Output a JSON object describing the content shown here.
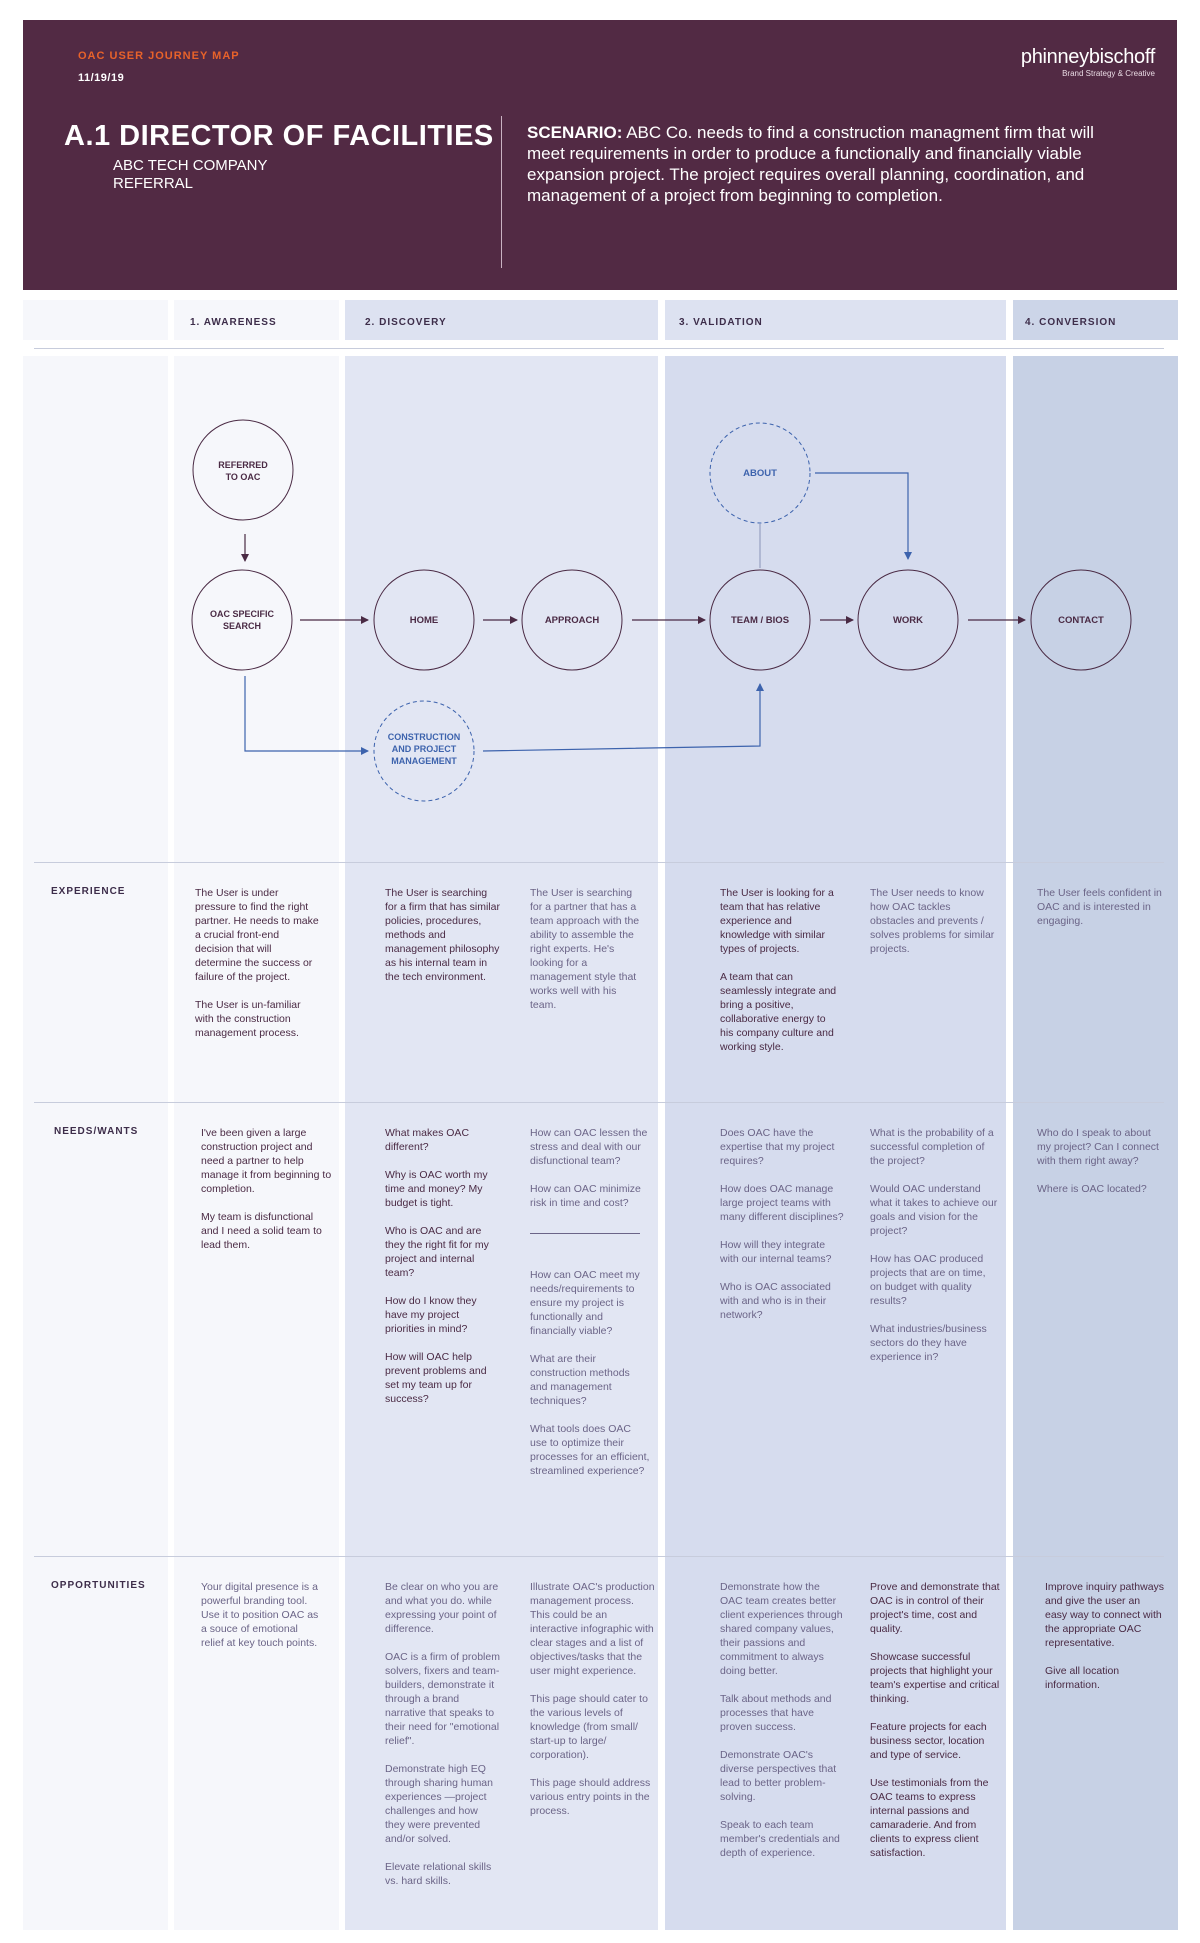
{
  "header": {
    "doc_label": "OAC USER JOURNEY MAP",
    "date": "11/19/19",
    "brand": "phinneybischoff",
    "brand_tagline": "Brand Strategy & Creative",
    "persona_title": "A.1 DIRECTOR OF FACILITIES",
    "persona_company": "ABC TECH COMPANY",
    "persona_source": "REFERRAL",
    "scenario_label": "SCENARIO:",
    "scenario_text": "ABC Co. needs to find a construction managment firm that will meet requirements in order to produce a functionally and financially viable expansion project. The project requires overall planning, coordination, and management of a project from beginning to completion."
  },
  "stages": [
    {
      "label": "1. AWARENESS"
    },
    {
      "label": "2. DISCOVERY"
    },
    {
      "label": "3. VALIDATION"
    },
    {
      "label": "4. CONVERSION"
    }
  ],
  "flow": {
    "nodes": [
      {
        "id": "referred",
        "label1": "REFERRED",
        "label2": "TO OAC",
        "dashed": false
      },
      {
        "id": "oac-search",
        "label1": "OAC SPECIFIC",
        "label2": "SEARCH",
        "dashed": false
      },
      {
        "id": "home",
        "label1": "HOME",
        "label2": "",
        "dashed": false
      },
      {
        "id": "approach",
        "label1": "APPROACH",
        "label2": "",
        "dashed": false
      },
      {
        "id": "team-bios",
        "label1": "TEAM / BIOS",
        "label2": "",
        "dashed": false
      },
      {
        "id": "work",
        "label1": "WORK",
        "label2": "",
        "dashed": false
      },
      {
        "id": "contact",
        "label1": "CONTACT",
        "label2": "",
        "dashed": false
      },
      {
        "id": "about",
        "label1": "ABOUT",
        "label2": "",
        "dashed": true
      },
      {
        "id": "cpm",
        "label1": "CONSTRUCTION",
        "label2": "AND PROJECT",
        "label3": "MANAGEMENT",
        "dashed": true
      }
    ]
  },
  "rows": {
    "experience": {
      "label": "EXPERIENCE",
      "cells": [
        "The User is under pressure to find the right partner. He needs  to make a crucial front-end decision that will determine the success or failure of the project.\n\nThe User is un-familiar with the construction management process.",
        "The User is searching for a firm that has similar policies, procedures, methods and management philosophy as his internal team in the tech environment.",
        "The User is searching for a partner that has a team approach with the ability to assemble the right experts. He's looking for a management style that works well with his team.",
        "The User is looking for a team that has relative experience and knowledge with similar types of projects.\n\nA team that can seamlessly integrate and bring a positive, collaborative energy to his company culture and working style.",
        "The User needs to know how OAC tackles obstacles and prevents / solves problems for similar projects.",
        "The User feels confident in OAC and is interested in engaging."
      ]
    },
    "needs": {
      "label": "NEEDS/WANTS",
      "cells": [
        "I've been given a large construction project and need a partner to help manage it from beginning to completion.\n\nMy team is disfunctional and I need a solid team to lead them.",
        "What makes OAC different?\n\nWhy is OAC worth my time and money? My budget is tight.\n\nWho is OAC and are they the right fit for my project and internal team?\n\nHow do I know they have my project priorities in mind?\n\nHow will OAC help prevent problems and set my team up for success?",
        "How can OAC lessen the stress and deal with our disfunctional team?\n\nHow can OAC minimize risk in time and cost?",
        "How can OAC meet my needs/requirements to ensure my project is functionally and financially viable?\n\nWhat are their construction methods and management techniques?\n\nWhat tools does OAC use to optimize their processes for an efficient, streamlined experience?",
        "Does OAC have the expertise that my project requires?\n\nHow does OAC manage large project teams with many different disciplines?\n\nHow will they integrate with our internal teams?\n\nWho is OAC associated with and who is in their network?",
        "What is the probability of a successful completion of the project?\n\nWould OAC understand what it takes to achieve our goals and vision for the project?\n\nHow has OAC produced projects that are on time, on budget with quality results?\n\nWhat industries/business sectors do they have experience in?",
        "Who do I speak to about my project? Can I connect with them right away?\n\nWhere is OAC located?"
      ]
    },
    "opportunities": {
      "label": "OPPORTUNITIES",
      "cells": [
        "Your digital presence is a powerful branding tool. Use it to position OAC as a souce of emotional relief at key touch points.",
        "Be clear on who you are and what you do. while expressing your point of difference.\n\nOAC is a firm of problem solvers, fixers and team-builders, demonstrate it through a brand narrative that speaks to their need for \"emotional relief\".\n\nDemonstrate high EQ through sharing human experiences —project challenges and how they were prevented and/or solved.\n\nElevate relational skills vs. hard skills.",
        "Illustrate OAC's production management process. This could be an interactive infographic with clear stages and a list of objectives/tasks that the user might experience.\n\nThis page should cater to the various levels of knowledge (from small/ start-up to large/ corporation).\n\nThis page should address various entry points in the process.",
        "Demonstrate how the OAC team creates better client experiences through shared company values, their passions and commitment to always doing better.\n\nTalk about methods and processes that have proven success.\n\nDemonstrate OAC's diverse perspectives that lead to better problem-solving.\n\nSpeak to each team member's credentials and depth of experience.",
        "Prove and demonstrate that OAC is in control of their project's time, cost and quality.\n\nShowcase successful projects that highlight your team's expertise and critical thinking.\n\nFeature projects for each business sector, location and type of service.\n\nUse testimonials from the OAC teams to express internal passions and camaraderie. And from clients to express client satisfaction.",
        "Improve inquiry pathways and give the user an easy way to connect with the appropriate OAC representative.\n\nGive all location information."
      ]
    }
  },
  "colors": {
    "header_bg": "#522a44",
    "accent_orange": "#e8622a",
    "discovery_bg": "#e2e6f3",
    "validation_bg": "#d6dcee",
    "conversion_bg": "#c7d1e5",
    "awareness_bg": "#f6f7fb",
    "flow_blue": "#3d63ad",
    "flow_plum": "#4a2a44"
  }
}
